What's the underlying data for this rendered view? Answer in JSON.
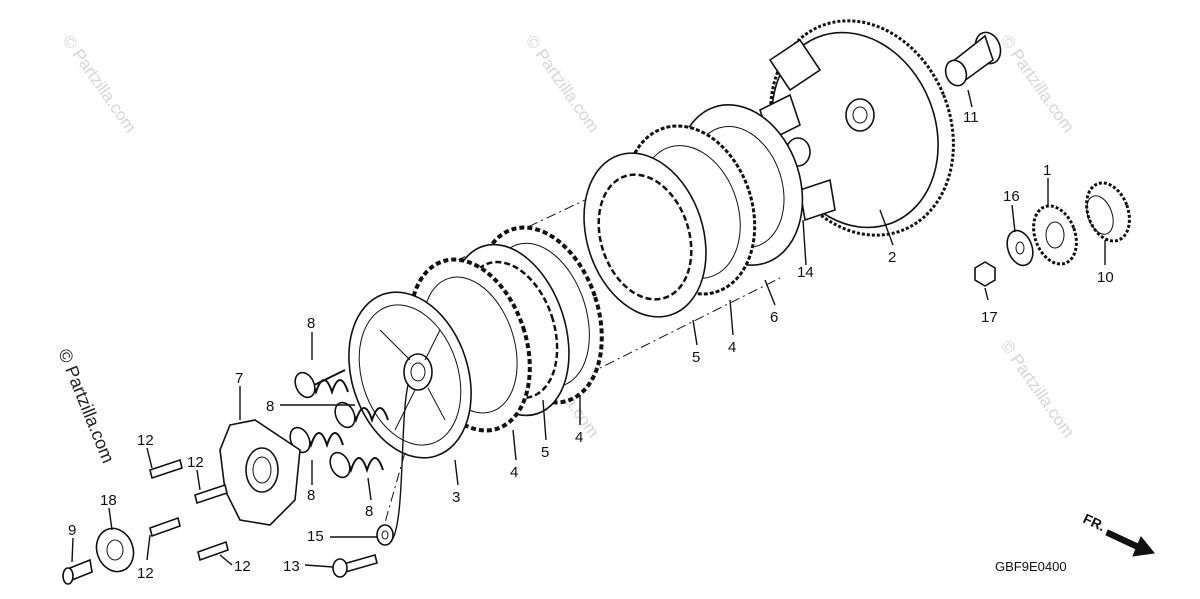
{
  "watermark_text": "© Partzilla.com",
  "diagram_code": "GBF9E0400",
  "direction_label": "FR.",
  "callouts": {
    "p1": "1",
    "p2": "2",
    "p3": "3",
    "p4a": "4",
    "p4b": "4",
    "p4c": "4",
    "p5a": "5",
    "p5b": "5",
    "p6": "6",
    "p7": "7",
    "p8a": "8",
    "p8b": "8",
    "p8c": "8",
    "p8d": "8",
    "p9": "9",
    "p10": "10",
    "p11": "11",
    "p12a": "12",
    "p12b": "12",
    "p12c": "12",
    "p12d": "12",
    "p13": "13",
    "p14": "14",
    "p15": "15",
    "p16": "16",
    "p17": "17",
    "p18": "18"
  }
}
